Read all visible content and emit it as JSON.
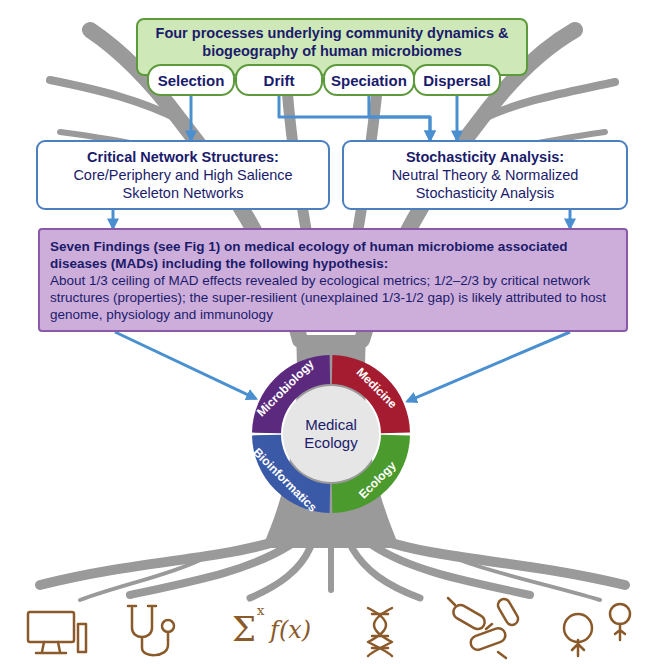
{
  "diagram": {
    "nodes": [
      {
        "text": [
          "Four processes underlying community dynamics & biogeography of human microbiomes"
        ]
      },
      {
        "text": [
          "Selection"
        ]
      },
      {
        "text": [
          "Drift"
        ]
      },
      {
        "text": [
          "Speciation"
        ]
      },
      {
        "text": [
          "Dispersal"
        ]
      },
      {
        "text": [
          "Critical Network Structures:",
          "Core/Periphery and High Salience Skeleton Networks"
        ]
      },
      {
        "text": [
          "Stochasticity Analysis:",
          "Neutral Theory & Normalized Stochasticity Analysis"
        ]
      },
      {
        "text": [
          "Seven Findings (see Fig 1) on medical ecology of human microbiome associated diseases (MADs) including the following hypothesis:",
          "About 1/3 ceiling of MAD effects revealed by ecological metrics; 1/2–2/3 by critical network structures (properties); the super-resilient (unexplained 1/3-1/2 gap) is likely attributed to host genome, physiology and immunology"
        ]
      },
      {
        "text": [
          "Medical Ecology"
        ]
      }
    ],
    "edges": [
      {
        "from": 1,
        "to": 5,
        "arrow": "to"
      },
      {
        "from": 2,
        "to": 6,
        "arrow": "to"
      },
      {
        "from": 3,
        "to": 6,
        "arrow": "to"
      },
      {
        "from": 4,
        "to": 6,
        "arrow": "to"
      },
      {
        "from": 5,
        "to": 7,
        "arrow": "to"
      },
      {
        "from": 6,
        "to": 7,
        "arrow": "to"
      },
      {
        "from": 7,
        "to": 8,
        "arrow": "to"
      },
      {
        "from": 7,
        "to": 8,
        "arrow": "to"
      }
    ],
    "labels": [
      "Microbiology",
      "Medicine",
      "Bioinformatics",
      "Ecology",
      "Σ",
      "x",
      "f(x)"
    ]
  }
}
